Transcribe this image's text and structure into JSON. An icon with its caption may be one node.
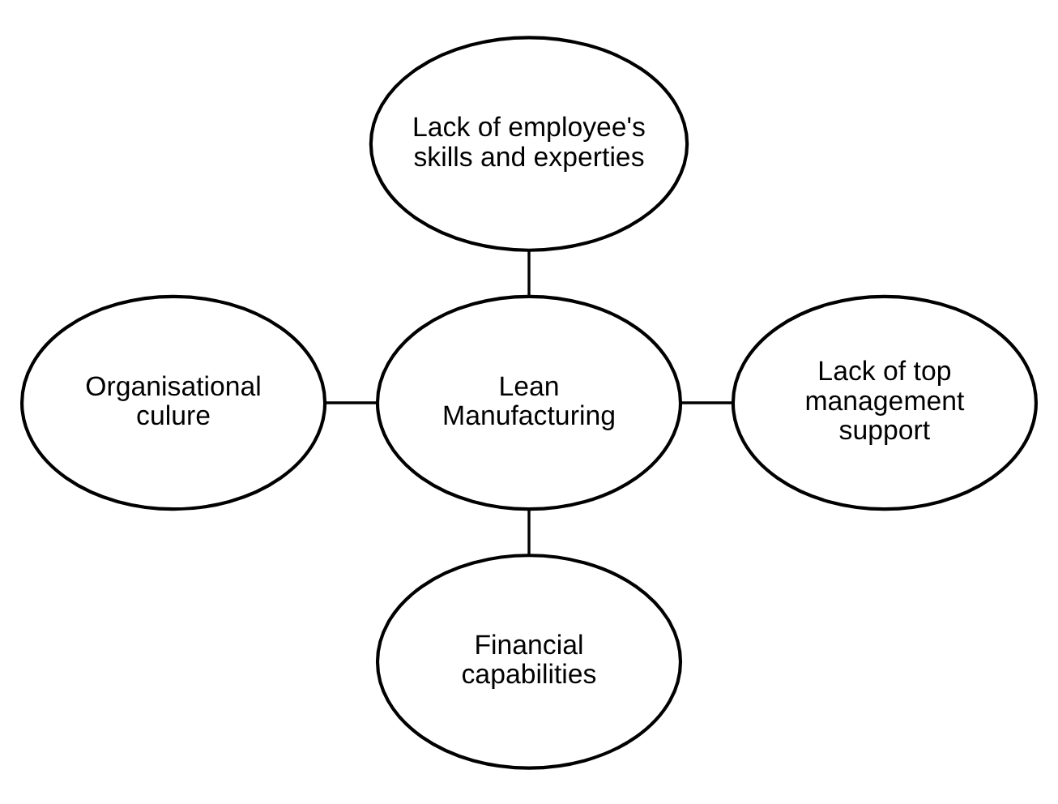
{
  "diagram": {
    "nodes": [
      {
        "text": [
          "Lack of employee's skills and experties"
        ]
      },
      {
        "text": [
          "Organisational culure"
        ]
      },
      {
        "text": [
          "Lean Manufacturing"
        ]
      },
      {
        "text": [
          "Lack of top management support"
        ]
      },
      {
        "text": [
          "Financial capabilities"
        ]
      }
    ],
    "edges": [
      {
        "from": 0,
        "to": 2,
        "arrow": "none"
      },
      {
        "from": 1,
        "to": 2,
        "arrow": "none"
      },
      {
        "from": 2,
        "to": 3,
        "arrow": "none"
      },
      {
        "from": 2,
        "to": 4,
        "arrow": "none"
      }
    ]
  }
}
